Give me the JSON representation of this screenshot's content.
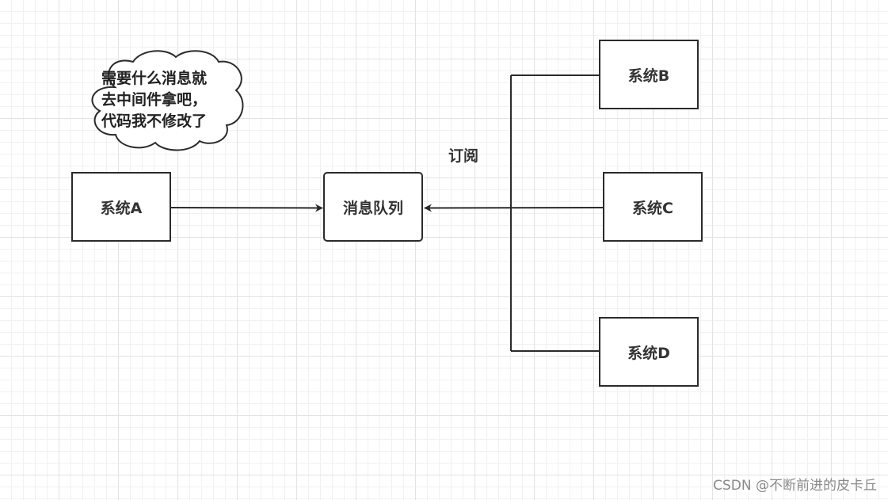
{
  "nodes": {
    "system_a": "系统A",
    "message_queue": "消息队列",
    "system_b": "系统B",
    "system_c": "系统C",
    "system_d": "系统D"
  },
  "edge_label": "订阅",
  "cloud_note": {
    "lines": [
      "需要什么消息就",
      "去中间件拿吧，",
      "代码我不修改了"
    ]
  },
  "watermark": "CSDN @不断前进的皮卡丘",
  "colors": {
    "stroke": "#2b2b2b",
    "text": "#333333",
    "grid": "#e3e3e3",
    "watermark": "#8a8a8a"
  }
}
